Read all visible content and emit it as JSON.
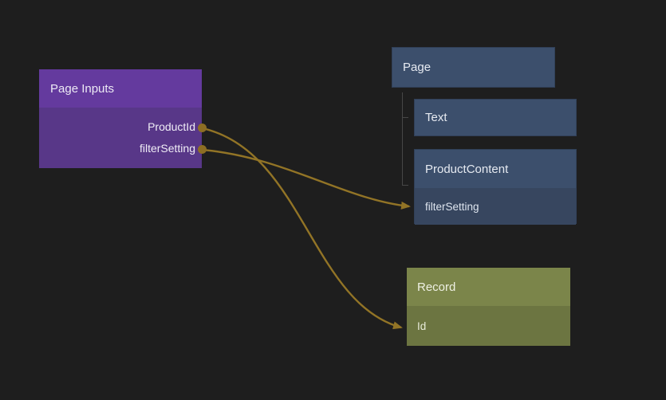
{
  "colors": {
    "background": "#1e1e1e",
    "page_inputs_header": "#643a9e",
    "page_inputs_body": "#583788",
    "tree_box": "#3c4f6c",
    "tree_field_row": "#37465f",
    "record_header": "#7b854a",
    "record_row": "#6c7541",
    "connector": "#927426",
    "tree_guide": "#474747"
  },
  "nodes": {
    "page_inputs": {
      "title": "Page Inputs",
      "outputs": [
        {
          "label": "ProductId"
        },
        {
          "label": "filterSetting"
        }
      ]
    },
    "page_tree": {
      "title": "Page",
      "children": [
        {
          "title": "Text"
        },
        {
          "title": "ProductContent",
          "fields": [
            {
              "label": "filterSetting"
            }
          ]
        }
      ]
    },
    "record": {
      "title": "Record",
      "fields": [
        {
          "label": "Id"
        }
      ]
    }
  },
  "connections": [
    {
      "from": "Page Inputs / ProductId",
      "to": "Record / Id"
    },
    {
      "from": "Page Inputs / filterSetting",
      "to": "Page / ProductContent / filterSetting"
    }
  ]
}
